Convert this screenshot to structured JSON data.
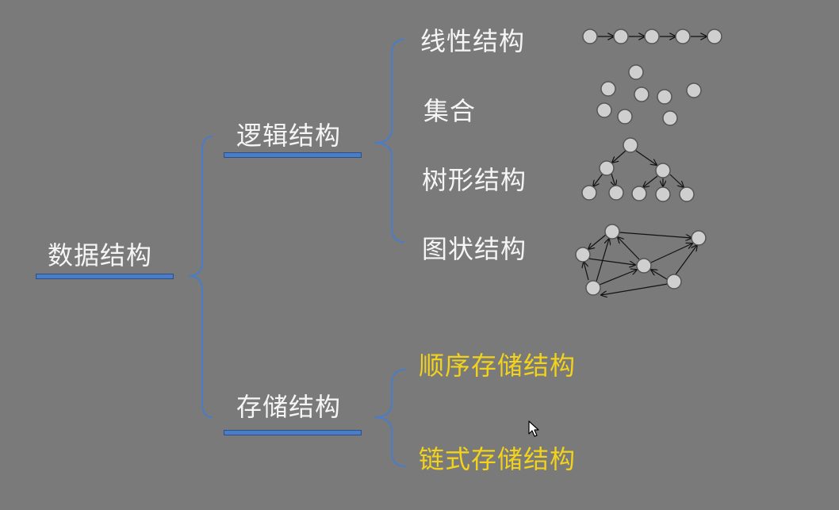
{
  "root": {
    "label": "数据结构"
  },
  "logical": {
    "label": "逻辑结构",
    "children": [
      {
        "label": "线性结构"
      },
      {
        "label": "集合"
      },
      {
        "label": "树形结构"
      },
      {
        "label": "图状结构"
      }
    ]
  },
  "storage": {
    "label": "存储结构",
    "children": [
      {
        "label": "顺序存储结构"
      },
      {
        "label": "链式存储结构"
      }
    ]
  },
  "colors": {
    "background": "#7a7a7a",
    "text": "#f5f5f5",
    "highlight_text": "#f2d21b",
    "underline": "#4a7cc7",
    "brace": "#4a7cc7",
    "node_fill": "#cfcfcf",
    "node_stroke": "#555555"
  }
}
